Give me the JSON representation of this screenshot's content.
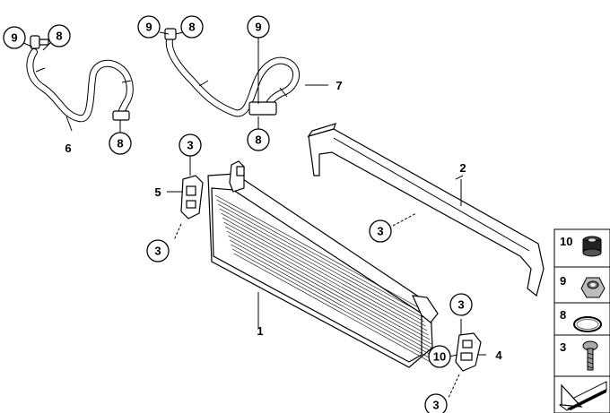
{
  "callouts": [
    {
      "id": "c-9-a",
      "text": "9"
    },
    {
      "id": "c-8-a",
      "text": "8"
    },
    {
      "id": "c-9-b",
      "text": "9"
    },
    {
      "id": "c-8-b",
      "text": "8"
    },
    {
      "id": "c-9-c",
      "text": "9"
    },
    {
      "id": "c-8-c",
      "text": "8"
    },
    {
      "id": "c-8-d",
      "text": "8"
    },
    {
      "id": "c-3-a",
      "text": "3"
    },
    {
      "id": "c-3-b",
      "text": "3"
    },
    {
      "id": "c-3-c",
      "text": "3"
    },
    {
      "id": "c-3-d",
      "text": "3"
    },
    {
      "id": "c-3-e",
      "text": "3"
    },
    {
      "id": "c-10-a",
      "text": "10"
    }
  ],
  "labels": [
    {
      "id": "l-6",
      "text": "6"
    },
    {
      "id": "l-7",
      "text": "7"
    },
    {
      "id": "l-5",
      "text": "5"
    },
    {
      "id": "l-2",
      "text": "2"
    },
    {
      "id": "l-1",
      "text": "1"
    },
    {
      "id": "l-4",
      "text": "4"
    }
  ],
  "legend": [
    {
      "text": "10",
      "icon": "grommet-icon"
    },
    {
      "text": "9",
      "icon": "nut-icon"
    },
    {
      "text": "8",
      "icon": "o-ring-icon"
    },
    {
      "text": "3",
      "icon": "screw-icon"
    }
  ],
  "legend_arrow_icon": "diagram-arrow-icon"
}
